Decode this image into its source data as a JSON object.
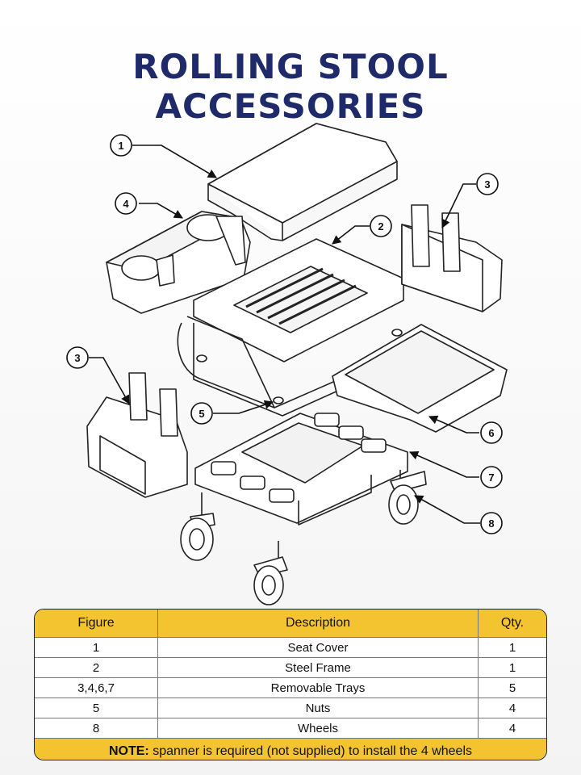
{
  "title": "ROLLING STOOL ACCESSORIES",
  "callouts": [
    {
      "id": "c1",
      "number": "1",
      "part": "seat-cover"
    },
    {
      "id": "c2",
      "number": "2",
      "part": "steel-frame"
    },
    {
      "id": "c3a",
      "number": "3",
      "part": "removable-tray-right"
    },
    {
      "id": "c3b",
      "number": "3",
      "part": "removable-tray-left"
    },
    {
      "id": "c4",
      "number": "4",
      "part": "cup-holder-tray"
    },
    {
      "id": "c5",
      "number": "5",
      "part": "nut"
    },
    {
      "id": "c6",
      "number": "6",
      "part": "side-drawer-tray"
    },
    {
      "id": "c7",
      "number": "7",
      "part": "bottom-tray"
    },
    {
      "id": "c8",
      "number": "8",
      "part": "wheel"
    }
  ],
  "table": {
    "headers": [
      "Figure",
      "Description",
      "Qty."
    ],
    "rows": [
      [
        "1",
        "Seat Cover",
        "1"
      ],
      [
        "2",
        "Steel Frame",
        "1"
      ],
      [
        "3,4,6,7",
        "Removable Trays",
        "5"
      ],
      [
        "5",
        "Nuts",
        "4"
      ],
      [
        "8",
        "Wheels",
        "4"
      ]
    ],
    "note_label": "NOTE:",
    "note_text": " spanner is required (not supplied) to install the 4 wheels"
  },
  "colors": {
    "accent": "#f4c430",
    "title": "#1f2a6b"
  }
}
